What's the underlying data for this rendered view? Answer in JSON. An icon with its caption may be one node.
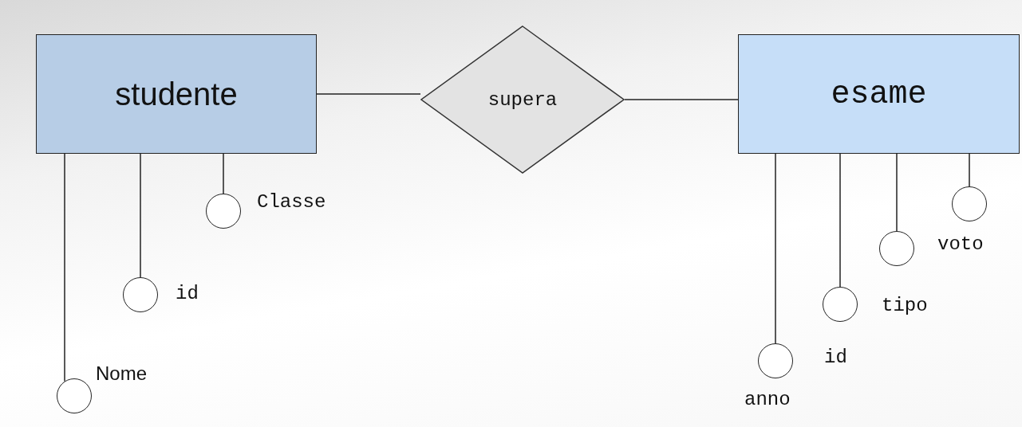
{
  "diagram": {
    "nodes": [
      {
        "text": [
          "studente"
        ]
      },
      {
        "text": [
          "supera"
        ]
      },
      {
        "text": [
          "esame"
        ]
      },
      {
        "text": [],
        "shape": "circle",
        "beside": [
          "Nome"
        ]
      },
      {
        "text": [],
        "shape": "circle",
        "beside": [
          "id"
        ]
      },
      {
        "text": [],
        "shape": "circle",
        "beside": [
          "Classe"
        ]
      },
      {
        "text": [],
        "shape": "circle",
        "beside": [
          "anno"
        ]
      },
      {
        "text": [],
        "shape": "circle",
        "beside": [
          "id"
        ]
      },
      {
        "text": [],
        "shape": "circle",
        "beside": [
          "tipo"
        ]
      },
      {
        "text": [],
        "shape": "circle",
        "beside": [
          "voto"
        ]
      }
    ],
    "edges": [
      {
        "from": 0,
        "to": 1,
        "arrow": "none"
      },
      {
        "from": 1,
        "to": 2,
        "arrow": "none"
      },
      {
        "from": 0,
        "to": 3,
        "arrow": "none"
      },
      {
        "from": 0,
        "to": 4,
        "arrow": "none"
      },
      {
        "from": 0,
        "to": 5,
        "arrow": "none"
      },
      {
        "from": 2,
        "to": 6,
        "arrow": "none"
      },
      {
        "from": 2,
        "to": 7,
        "arrow": "none"
      },
      {
        "from": 2,
        "to": 8,
        "arrow": "none"
      },
      {
        "from": 2,
        "to": 9,
        "arrow": "none"
      }
    ]
  }
}
